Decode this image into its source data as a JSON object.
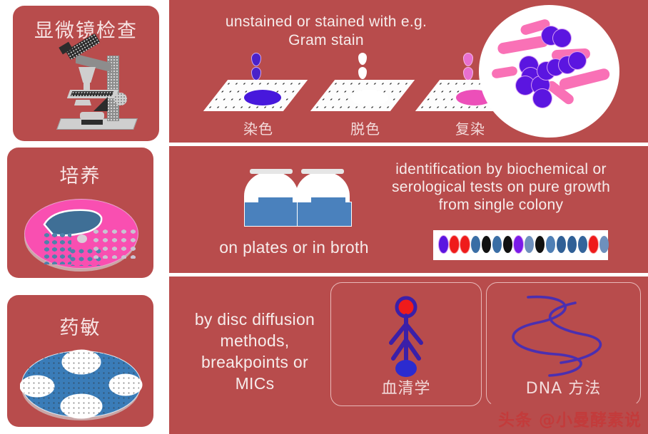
{
  "meta": {
    "accent_red": "#b84c4c",
    "text_cream": "#f6eceb",
    "title_cream": "#f7e4e4",
    "pink": "#f971b6",
    "purple": "#5b15e0",
    "blue": "#4a81bd"
  },
  "panels": {
    "microscopy": {
      "title": "显微镜检查",
      "icon": "microscope-icon"
    },
    "gram": {
      "heading_line1": "unstained  or stained with e.g.",
      "heading_line2": "Gram stain",
      "steps": [
        {
          "label": "染色",
          "drop_color": "#4a22c9",
          "smear_color": "#4718dc"
        },
        {
          "label": "脱色",
          "drop_color": "#ffffff",
          "smear_color": "#ffffff"
        },
        {
          "label": "复染",
          "drop_color": "#e86fd0",
          "smear_color": "#ec4fb9"
        }
      ],
      "field_icon": "microscope-field-icon"
    },
    "culture": {
      "title": "培养",
      "icon": "agar-plate-icon"
    },
    "identification": {
      "text_line1": "identification by biochemical or",
      "text_line2": "serological tests on pure growth",
      "text_line3": "from single colony",
      "broth_caption": "on plates or in broth",
      "flask_icon": "broth-flask-icon",
      "strip_icon": "biochemical-test-strip-icon",
      "strip_wells": [
        "#5b15e0",
        "#ef1b1b",
        "#ef1b1b",
        "#3a6ea5",
        "#111111",
        "#3a6ea5",
        "#111111",
        "#7a1ae8",
        "#6e90bd",
        "#111111",
        "#4f7fb5",
        "#2f5f96",
        "#2f5f96",
        "#34649b",
        "#ef1b1b",
        "#6e90bd"
      ]
    },
    "susceptibility": {
      "title": "药敏",
      "icon": "disc-diffusion-plate-icon"
    },
    "disc": {
      "line1": "by disc diffusion",
      "line2": "methods,",
      "line3": "breakpoints or",
      "line4": "MICs"
    },
    "serology": {
      "label": "血清学",
      "icon": "antibody-icon",
      "antigen_color": "#ef1b1b",
      "antibody_color": "#3b1fa8",
      "target_color": "#2b2bd0"
    },
    "dna": {
      "label": "DNA 方法",
      "icon": "dna-helix-icon",
      "helix_color": "#4b2fb0"
    }
  },
  "watermark": {
    "text": "头条 @小曼酵素说"
  }
}
